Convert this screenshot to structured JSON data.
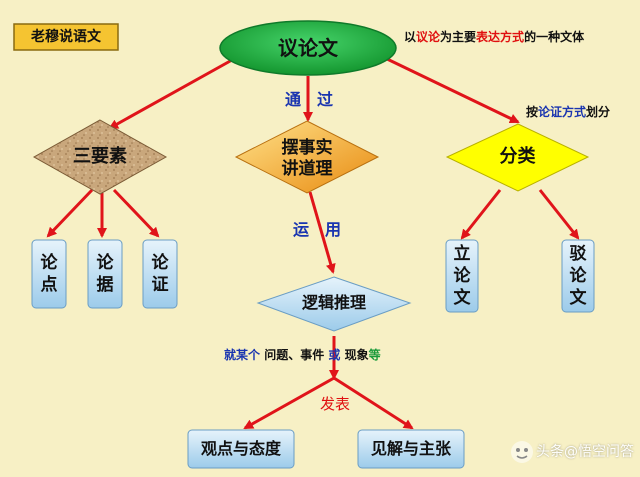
{
  "author_tag": "老穆说语文",
  "root": {
    "label": "议论文",
    "note_prefix": "以",
    "note_red1": "议论",
    "note_mid": "为主要",
    "note_red2": "表达方式",
    "note_suffix": "的一种文体"
  },
  "connector_via": "通　过",
  "connector_use": "运　用",
  "elements": {
    "label": "三要素",
    "items": [
      "论点",
      "论据",
      "论证"
    ]
  },
  "method": {
    "line1": "摆事实",
    "line2": "讲道理"
  },
  "classify": {
    "label": "分类",
    "note_prefix": "按",
    "note_blue": "论证方式",
    "note_suffix": "划分",
    "items": [
      "立论文",
      "驳论文"
    ]
  },
  "reasoning": {
    "label": "逻辑推理",
    "note_p1": "就某个",
    "note_p2": "问题、事件",
    "note_p3": "或",
    "note_p4": "现象",
    "note_p5": "等"
  },
  "express_label": "发表",
  "outcomes": [
    "观点与态度",
    "见解与主张"
  ],
  "watermark": "头条@悟空问答",
  "colors": {
    "arrow": "#e0141a",
    "root_fill": "#20b14a",
    "diamond_yellow": "#ffff00",
    "diamond_orange": "#f0a020",
    "diamond_blue": "#a8d4ef",
    "box_fill": "#c8dff0",
    "blue_text": "#1a35b0",
    "red_text": "#e01010",
    "green_text": "#1a9a3a"
  }
}
